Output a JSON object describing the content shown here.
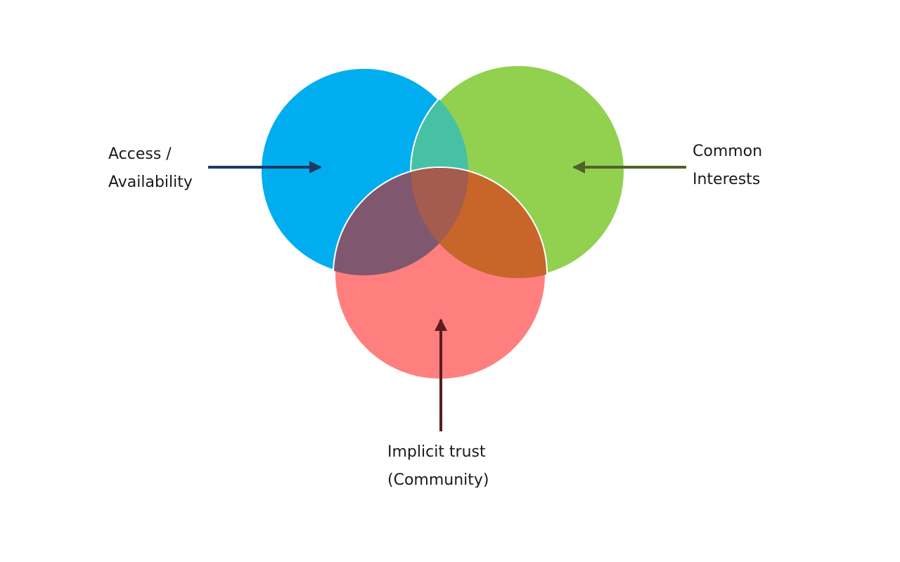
{
  "diagram": {
    "circles": {
      "access": {
        "color": "#00aeef"
      },
      "common": {
        "color": "#92d050"
      },
      "trust": {
        "color": "#ff7f7f"
      }
    },
    "overlap_colors": {
      "access_common": "#47c1a4",
      "access_trust": "#7f5870",
      "common_trust": "#c8662a",
      "all_three": "#a35c4d"
    },
    "labels": {
      "access": {
        "line1": "Access /",
        "line2": "Availability",
        "arrow_color": "#1f3864"
      },
      "common": {
        "line1": "Common",
        "line2": "Interests",
        "arrow_color": "#4f6228"
      },
      "trust": {
        "line1": "Implicit trust",
        "line2": "(Community)",
        "arrow_color": "#5a1c1c"
      }
    }
  }
}
